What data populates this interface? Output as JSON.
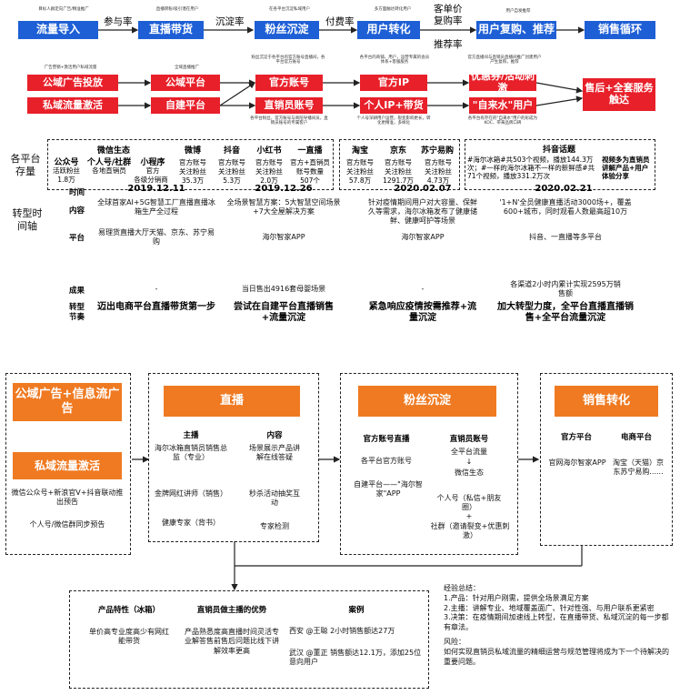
{
  "top": {
    "note_traffic": "目标人群定向广告/精准推广",
    "box_traffic": "流量导入",
    "conn_participation": "参与率",
    "note_live": "直播转粉/吸引潜在用户",
    "box_live": "直播带货",
    "conn_sink": "沉淀率",
    "note_fans": "在各平台沉淀私域用户",
    "box_fans": "粉丝沉淀",
    "conn_pay": "付费率",
    "note_convert": "多方面触达转化用户",
    "box_convert": "用户转化",
    "conn_aov": "客单价",
    "conn_repurchase": "复购率",
    "conn_recommend": "推荐率",
    "note_repurchase": "用户自发推荐",
    "box_repurchase": "用户复购、推荐",
    "box_cycle": "销售循环"
  },
  "second": {
    "note_ads": "广告营销+激活用户私域流量",
    "box_public_ads": "公域广告投放",
    "box_private": "私域流量激活",
    "note_platform": "全域直播推广",
    "box_public_platform": "公域平台",
    "box_self_platform": "自建平台",
    "note_official": "粉丝沉淀于各平台的官方账号直播间，各平台官方账号",
    "box_official": "官方账号",
    "box_staff": "直销员账号",
    "note_staff": "各平台粉丝，官方账号与商陪导播间员，直销员账号的专属客户",
    "note_ip": "各平台的商铺、用户，运营专属的会员体系+客服服务",
    "box_official2": "官方IP",
    "box_personal_ip": "个人IP+带货",
    "note_personal": "个人号深耕用户运营，裂变影响更长，转化更精准，多样化",
    "note_promo": "官方直播间与直销员直播间推广创建用户产生复购，推荐",
    "box_promo": "优惠券/活动刺激",
    "box_organic": "\"自来水\"用户",
    "note_organic": "各平台有存在的\"自来水\"用户的形成为KOC、带来品牌口碑",
    "box_after": "售后+全套服务触达"
  },
  "stock": {
    "side_label": "各平台存量",
    "wechat_title": "微信生态",
    "wechat_cols": [
      {
        "name": "公众号",
        "label": "活跃粉丝",
        "value": "1.8万"
      },
      {
        "name": "个人号/社群",
        "label": "各地直销员",
        "value": ""
      },
      {
        "name": "小程序",
        "label": "官方",
        "value": "各级分销商"
      }
    ],
    "weibo": {
      "name": "微博",
      "label": "官方账号",
      "label2": "关注粉丝",
      "value": "35.3万"
    },
    "douyin": {
      "name": "抖音",
      "label": "官方账号",
      "label2": "关注粉丝",
      "value": "5.3万"
    },
    "xhs": {
      "name": "小红书",
      "label": "官方账号",
      "label2": "关注粉丝",
      "value": "2.0万"
    },
    "yizhibo": {
      "name": "一直播",
      "label": "官方+直销员",
      "label2": "账号数量",
      "value": "507个"
    },
    "taobao": {
      "name": "淘宝",
      "label": "官方账号",
      "label2": "关注粉丝",
      "value": "57.8万"
    },
    "jd": {
      "name": "京东",
      "label": "官方账号",
      "label2": "关注粉丝",
      "value": "1291.7万"
    },
    "suning": {
      "name": "苏宁易购",
      "label": "官方账号",
      "label2": "关注粉丝",
      "value": "4.73万"
    },
    "topic_title": "抖音话题",
    "topic_text_a": "#海尔冰箱#共503个视频，播放144.3万次；#一样的海尔冰箱不一样的新鲜感#共71个视频，播放331.2万次",
    "topic_text_b": "视频多为直销员讲解产品+用户体验分享"
  },
  "timeline": {
    "side_label": "转型时间轴",
    "row_time": "时间",
    "row_content": "内容",
    "row_platform": "平台",
    "row_result": "成果",
    "row_rhythm": "转型节奏",
    "cols": [
      {
        "date": "2019.12.11",
        "content": "全球首家AI+5G智慧工厂直播直播冰箱生产全过程",
        "platform": "易理货直播大厅天猫、京东、苏宁易购",
        "result": "-",
        "rhythm": "迈出电商平台直播带货第一步"
      },
      {
        "date": "2019.12.26",
        "content": "全场景智慧方案：5大智慧空间场景+7大全屋解决方案",
        "platform": "海尔智家APP",
        "result": "当日售出4916套母婴场景",
        "rhythm": "尝试在自建平台直播销售+流量沉淀"
      },
      {
        "date": "2020.02.07",
        "content": "针对疫情期间用户对大容量、保鲜久等需求，海尔冰箱发布了健康储鲜、健康呵护等场景",
        "platform": "海尔智家APP",
        "result": "-",
        "rhythm": "紧急响应疫情按需推荐+流量沉淀"
      },
      {
        "date": "2020.02.21",
        "content": "'1+N'全员健康直播活动3000场+，覆盖600+城市，同时观看人数最高超10万",
        "platform": "抖音、一直播等多平台",
        "result": "各渠道2小时内累计实现2595万销售额",
        "rhythm": "加大转型力度，全平台直播直播销售+全平台流量沉淀"
      }
    ]
  },
  "bottom": {
    "ads_box": "公域广告+信息流广告",
    "private_box": "私域流量激活",
    "private_text1": "微信公众号+新浪官V+抖音联动推出预告",
    "private_text2": "个人号/微信群同步预告",
    "live_box": "直播",
    "live_h_host": "主播",
    "live_h_content": "内容",
    "live_host1": "海尔冰箱直销员销售总监（专业）",
    "live_content1": "场景展示产品讲解在线答疑",
    "live_host2": "金牌网红讲师（销售）",
    "live_content2": "秒杀活动抽奖互动",
    "live_host3": "健康专家（背书）",
    "live_content3": "专家检测",
    "fans_box": "粉丝沉淀",
    "fans_h_official": "官方账号直播",
    "fans_h_staff": "直销员账号",
    "fans_official1": "各平台官方账号",
    "fans_official2": "自建平台——\"海尔智家\"APP",
    "fans_staff1": "全平台流量",
    "fans_arrow": "↓",
    "fans_staff2": "微信生态",
    "fans_staff3": "个人号（私信+朋友圈）",
    "fans_plus": "+",
    "fans_staff4": "社群（邀请裂变+优惠刺激）",
    "sales_box": "销售转化",
    "sales_h_official": "官方平台",
    "sales_h_ecom": "电商平台",
    "sales_official": "官网海尔智家APP",
    "sales_ecom": "淘宝（天猫）京东苏宁易购......",
    "prod_h": "产品特性（冰箱）",
    "prod_text": "单价高专业度高少有网红能带货",
    "adv_h": "直销员做主播的优势",
    "adv_text": "产品熟悉度高直播时间灵活专业解答售前售后问题比线下讲解效率更高",
    "case_h": "案例",
    "case1": "西安 @王聪 2小时销售额达27万",
    "case2": "武汉 @董正 销售额达12.1万，添加25位意向用户",
    "summary_title": "经验总结：",
    "summary1": "1.产品：针对用户刚需，提供全场景满足方案",
    "summary2": "2.主播：讲解专业、地域覆盖面广、针对性强、与用户联系更紧密",
    "summary3": "3.决策：在疫情期间加速线上转型，在直播带货、私域沉淀的每一步都有章法。",
    "risk_title": "风险：",
    "risk_text": "如何实现直销员私域流量的精细运营与规范管理将成为下一个待解决的重要问题。"
  }
}
